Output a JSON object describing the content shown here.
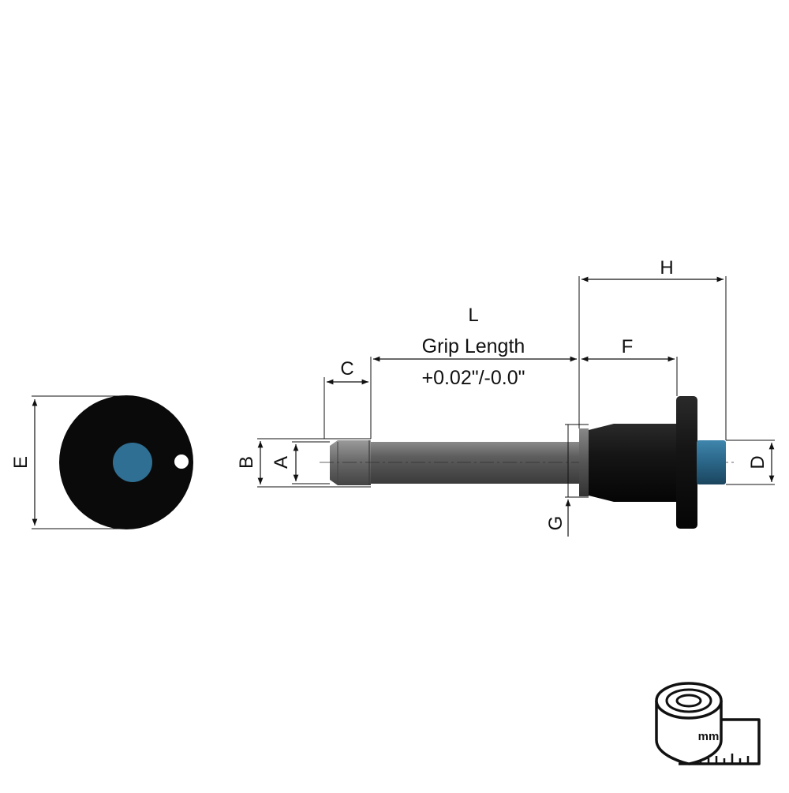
{
  "dimensions": {
    "A": "A",
    "B": "B",
    "C": "C",
    "D": "D",
    "E": "E",
    "F": "F",
    "G": "G",
    "H": "H",
    "L": "L"
  },
  "grip": {
    "line1": "Grip Length",
    "line2": "+0.02\"/-0.0\""
  },
  "unit_badge": {
    "text": "mm",
    "icon": "tape-measure-icon"
  },
  "colors": {
    "handle": "#111111",
    "button": "#2f6f93",
    "shaft": "#6a6a6a"
  }
}
